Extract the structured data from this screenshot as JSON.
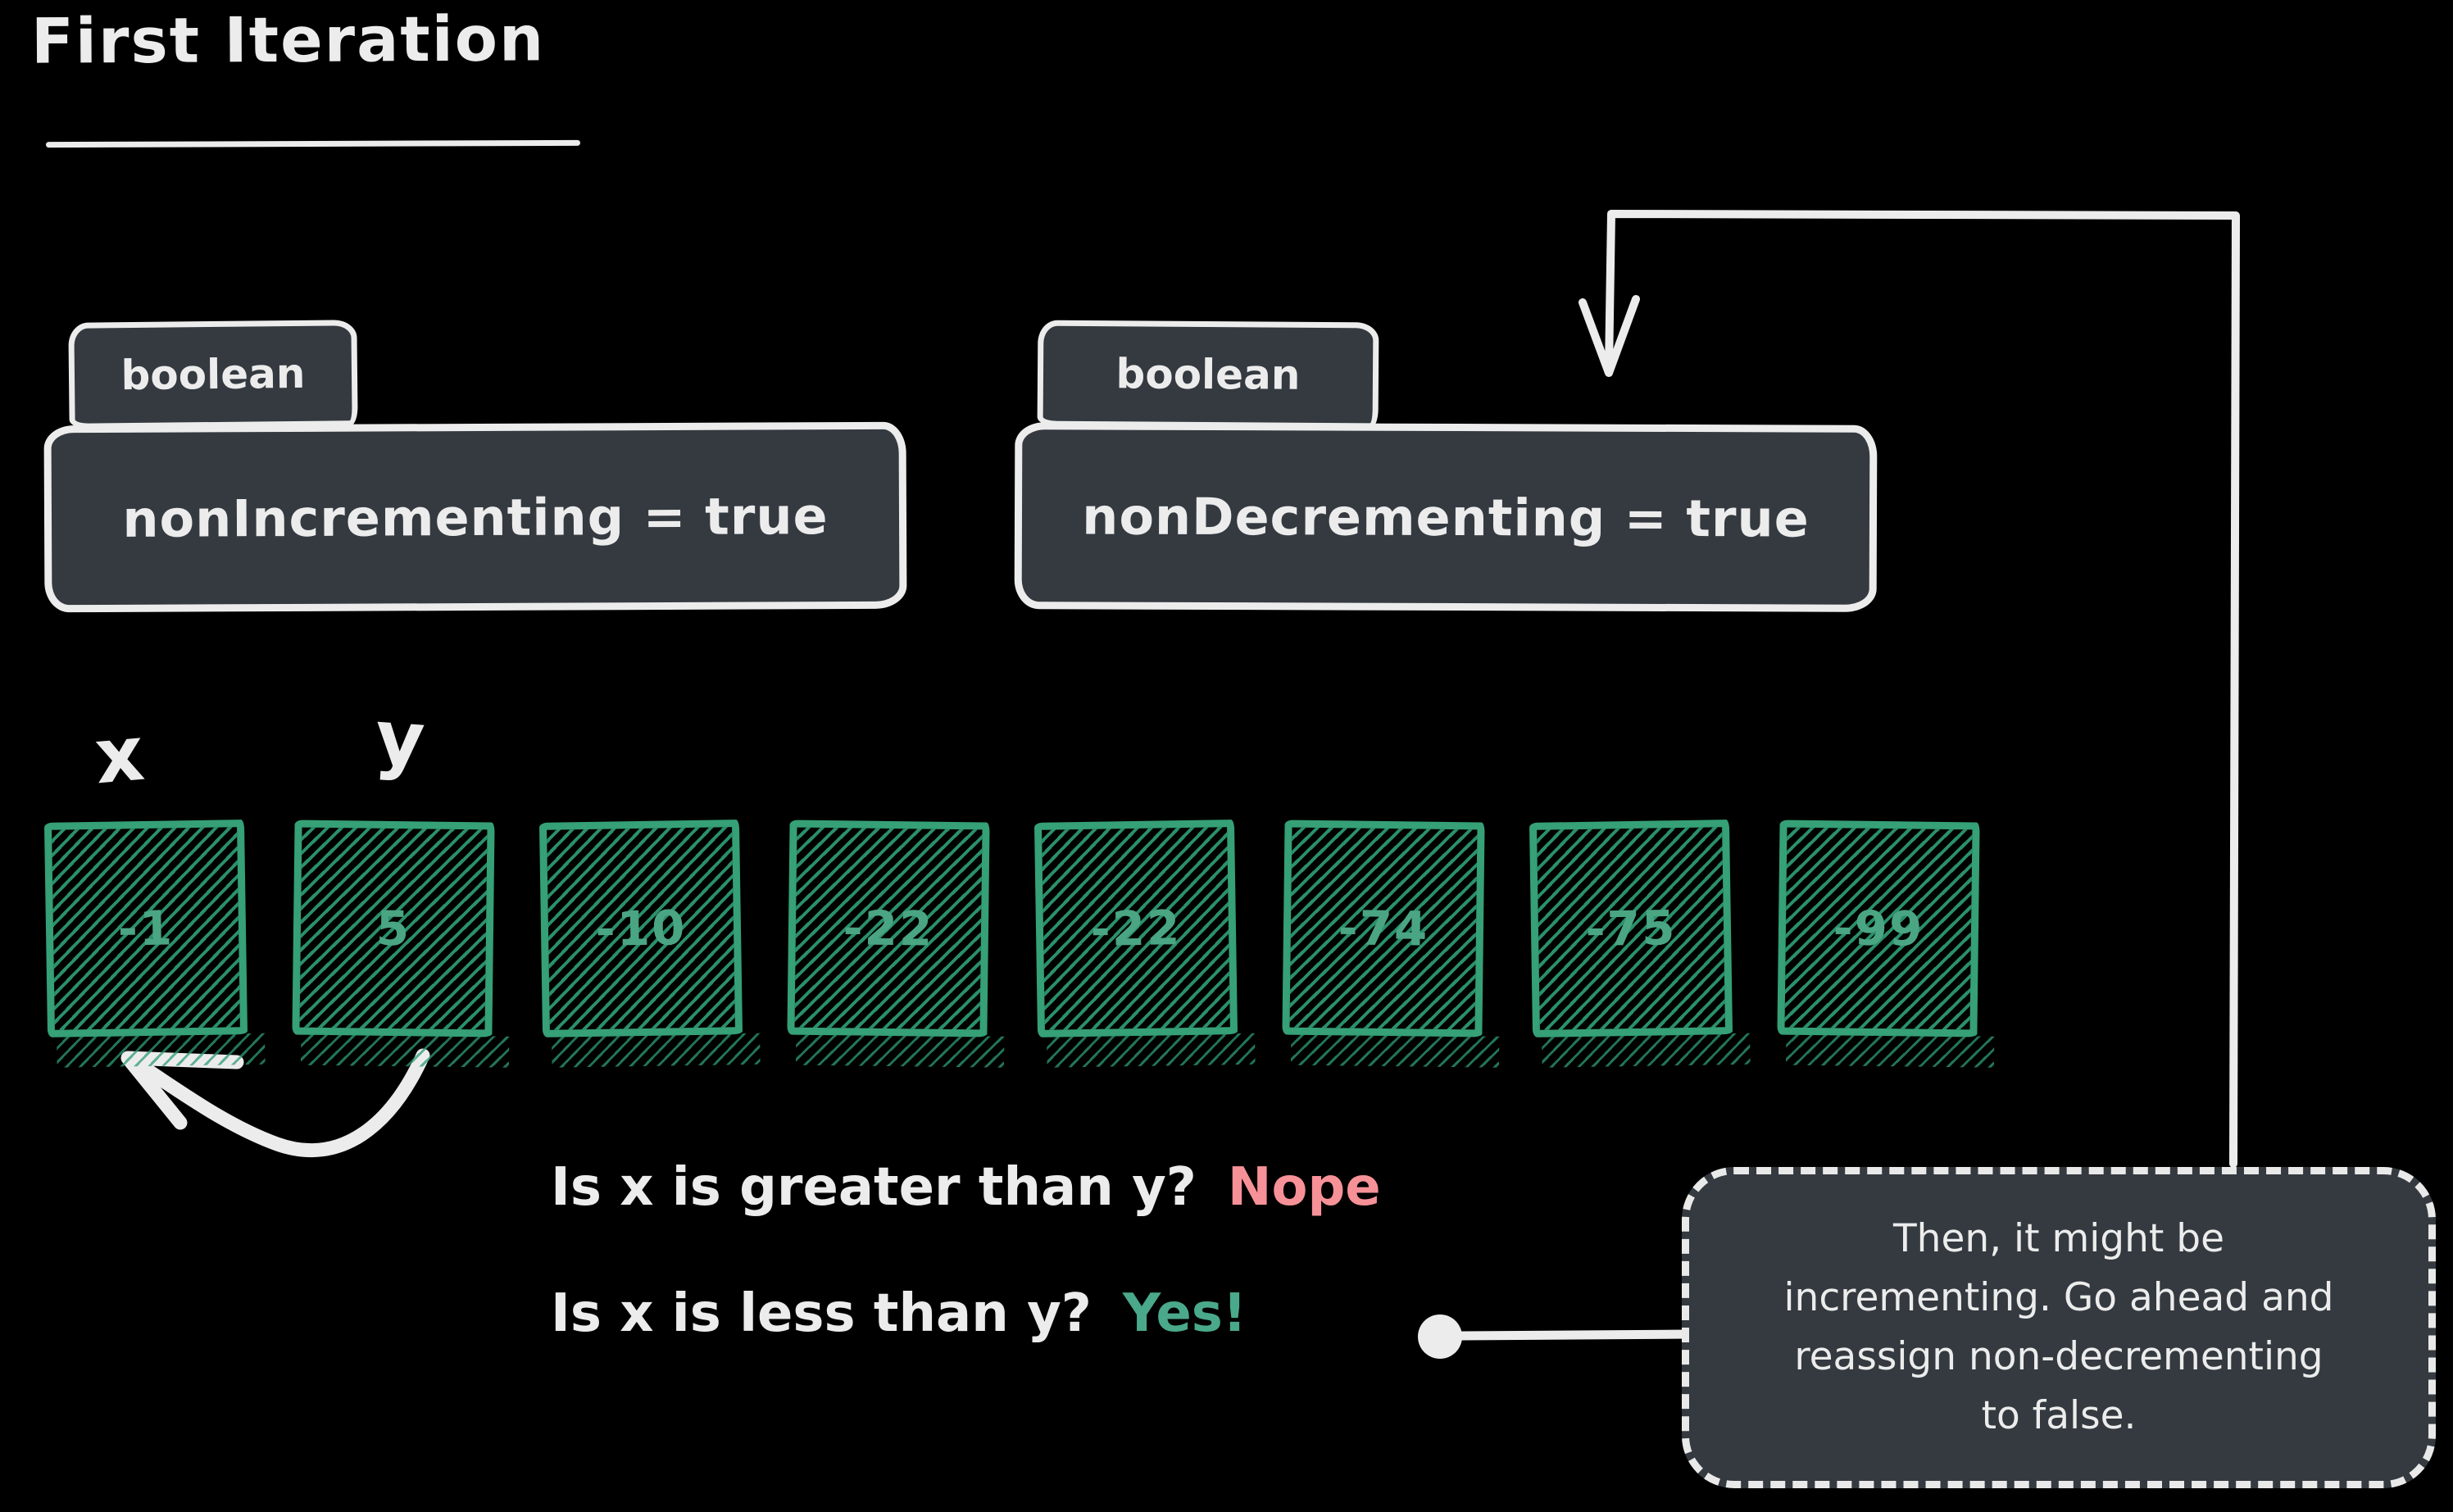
{
  "title": "First Iteration",
  "variables": [
    {
      "type": "boolean",
      "declaration": "nonIncrementing = true"
    },
    {
      "type": "boolean",
      "declaration": "nonDecrementing = true"
    }
  ],
  "array": {
    "x_pointer_label": "x",
    "y_pointer_label": "y",
    "values": [
      "-1",
      "5",
      "-10",
      "-22",
      "-22",
      "-74",
      "-75",
      "-99"
    ]
  },
  "questions": [
    {
      "prompt": "Is x is greater than y?",
      "answer": "Nope"
    },
    {
      "prompt": "Is x is less than y?",
      "answer": "Yes!"
    }
  ],
  "callout": {
    "lines": [
      "Then, it might be",
      "incrementing. Go ahead and",
      "reassign non-decrementing",
      "to false."
    ]
  },
  "colors": {
    "background": "#000000",
    "box_fill": "#343a40",
    "stroke_white": "#ececec",
    "array_green": "#36a077",
    "cell_value_green": "#4aa583",
    "answer_no_salmon": "#f79198",
    "answer_yes_green": "#4aa98a"
  }
}
